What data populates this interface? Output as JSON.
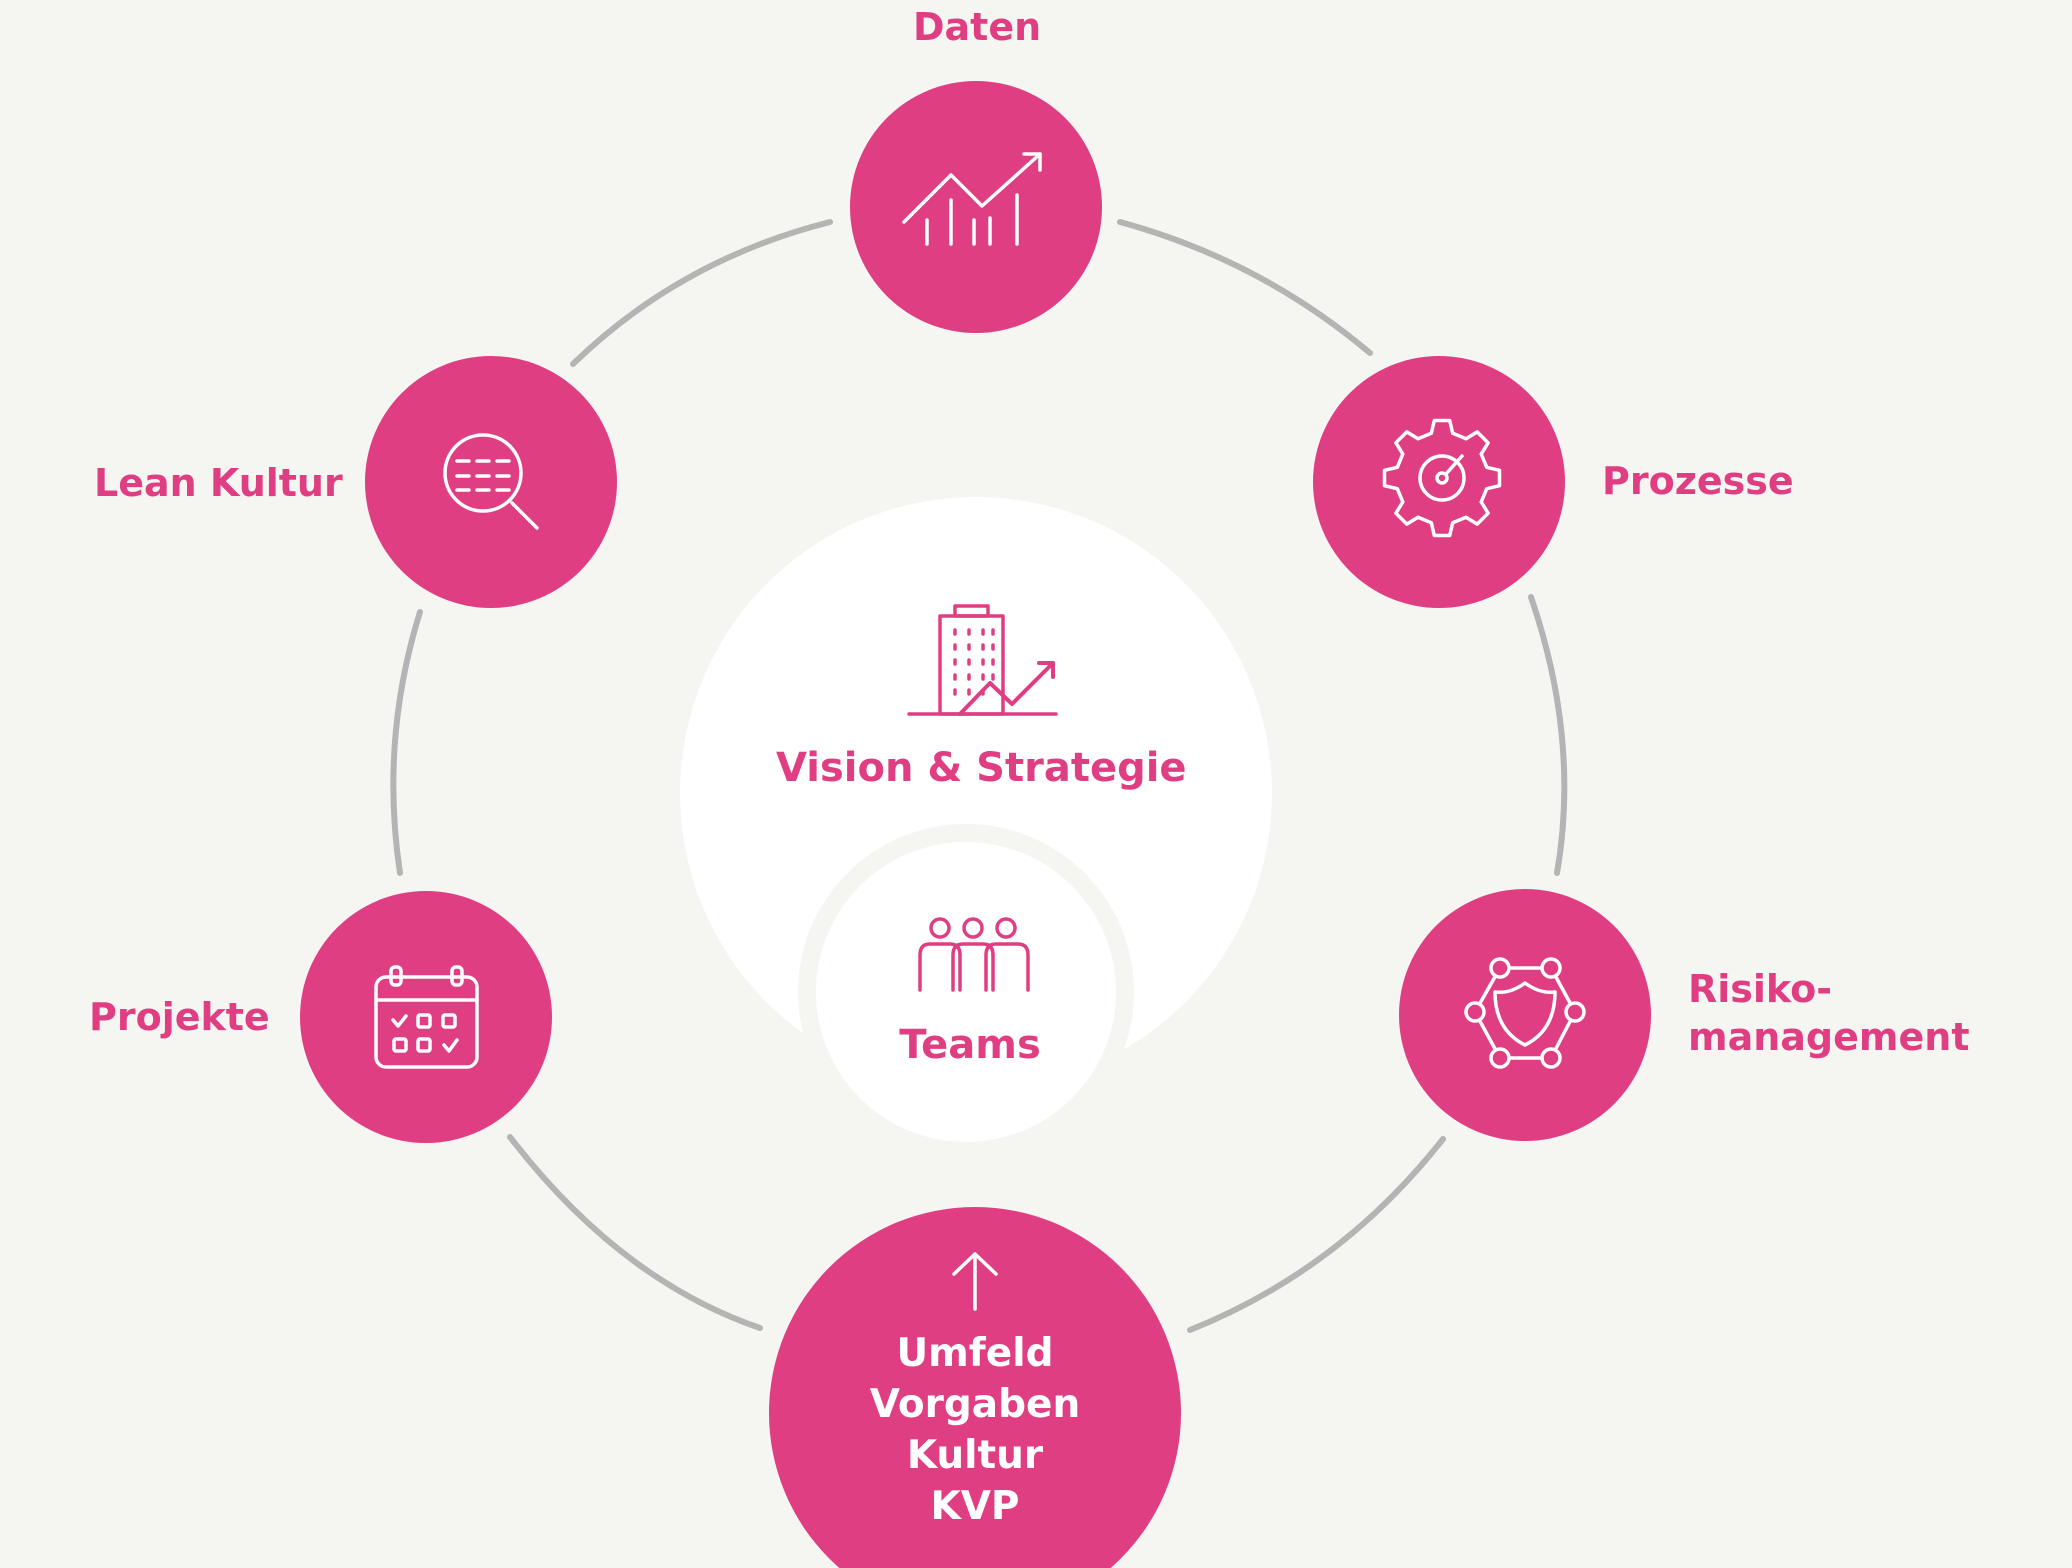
{
  "diagram": {
    "colors": {
      "accent": "#e03e82",
      "ring": "#b4b4b4",
      "background": "#f5f5f1",
      "center_fill": "#ffffff"
    },
    "nodes": {
      "daten": {
        "label": "Daten",
        "icon": "trend-chart-icon"
      },
      "prozesse": {
        "label": "Prozesse",
        "icon": "gear-gauge-icon"
      },
      "risiko": {
        "label_line1": "Risiko-",
        "label_line2": "management",
        "icon": "shield-network-icon"
      },
      "lean": {
        "label": "Lean Kultur",
        "icon": "magnifier-list-icon"
      },
      "projekte": {
        "label": "Projekte",
        "icon": "calendar-check-icon"
      }
    },
    "center": {
      "vision": {
        "label": "Vision & Strategie",
        "icon": "building-growth-icon"
      },
      "teams": {
        "label": "Teams",
        "icon": "team-people-icon"
      }
    },
    "foundation": {
      "icon": "arrow-up-icon",
      "lines": [
        "Umfeld",
        "Vorgaben",
        "Kultur",
        "KVP"
      ]
    }
  }
}
